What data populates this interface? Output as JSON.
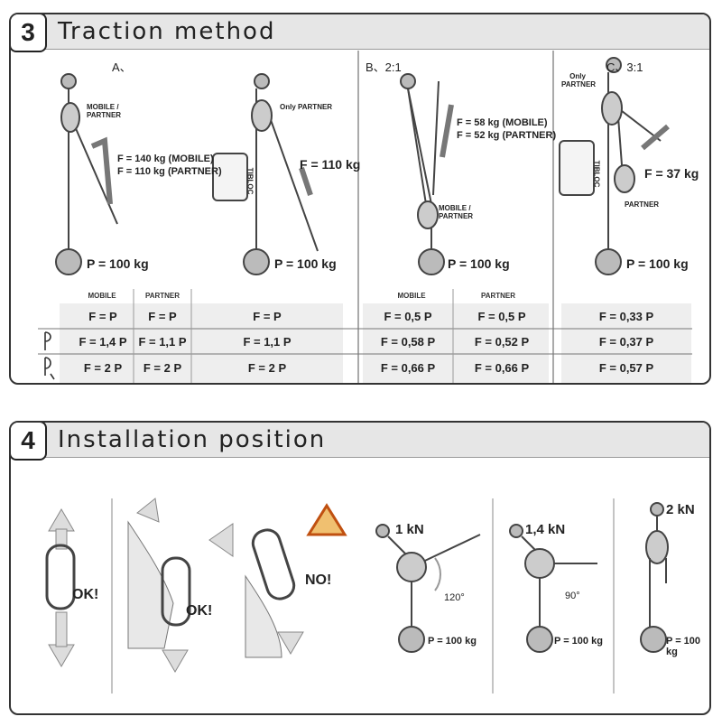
{
  "section3": {
    "number": "3",
    "title": "Traction method",
    "labels": {
      "a": "A、",
      "b": "B、2:1",
      "c": "C、3:1",
      "mobile_partner_1": "MOBILE / PARTNER",
      "mobile_partner_2": "MOBILE / PARTNER",
      "only_partner_1": "Only PARTNER",
      "only_partner_2": "Only PARTNER",
      "partner": "PARTNER",
      "tibloc_1": "TIBLOC",
      "tibloc_2": "TIBLOC",
      "force_a1_line1": "F = 140 kg (MOBILE)",
      "force_a1_line2": "F = 110 kg (PARTNER)",
      "force_a2": "F = 110 kg",
      "force_b_line1": "F = 58 kg (MOBILE)",
      "force_b_line2": "F = 52 kg (PARTNER)",
      "force_c": "F = 37 kg",
      "load": "P = 100 kg"
    },
    "table": {
      "headers": [
        "MOBILE",
        "PARTNER",
        "",
        "MOBILE",
        "PARTNER",
        ""
      ],
      "rows": [
        [
          "F = P",
          "F = P",
          "F = P",
          "F = 0,5 P",
          "F = 0,5 P",
          "F = 0,33 P"
        ],
        [
          "F = 1,4 P",
          "F = 1,1 P",
          "F = 1,1 P",
          "F = 0,58 P",
          "F = 0,52 P",
          "F = 0,37 P"
        ],
        [
          "F = 2 P",
          "F = 2 P",
          "F = 2 P",
          "F = 0,66 P",
          "F = 0,66 P",
          "F = 0,57 P"
        ]
      ]
    }
  },
  "section4": {
    "number": "4",
    "title": "Installation position",
    "labels": {
      "ok1": "OK!",
      "ok2": "OK!",
      "no": "NO!",
      "kn1": "1 kN",
      "kn2": "1,4 kN",
      "kn3": "2 kN",
      "angle1": "120°",
      "angle2": "90°",
      "load": "P = 100 kg"
    }
  }
}
